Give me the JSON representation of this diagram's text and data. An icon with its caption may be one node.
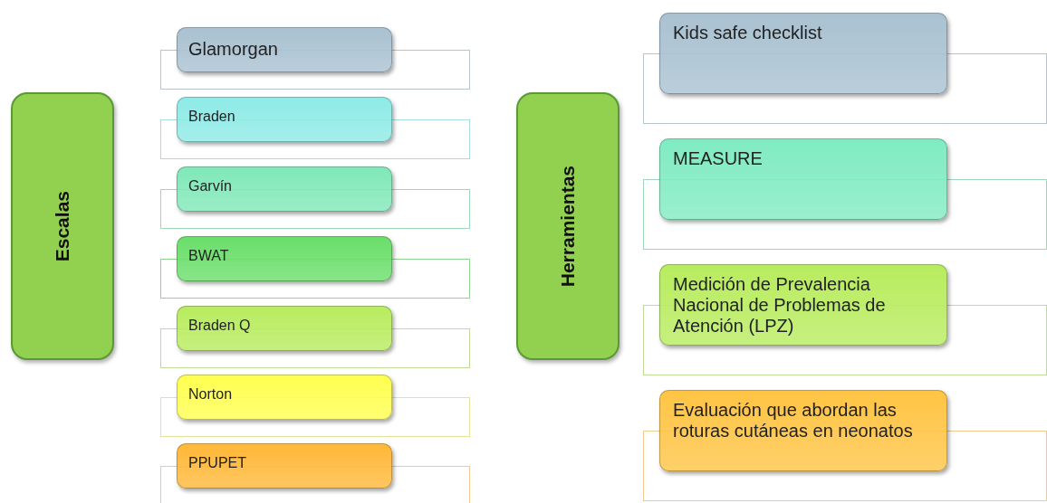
{
  "diagram": {
    "nodes": [
      {
        "text": [
          "Escalas"
        ]
      },
      {
        "text": [
          "Glamorgan"
        ]
      },
      {
        "text": [
          "Braden"
        ]
      },
      {
        "text": [
          "Garvín"
        ]
      },
      {
        "text": [
          "BWAT"
        ]
      },
      {
        "text": [
          "Braden Q"
        ]
      },
      {
        "text": [
          "Norton"
        ]
      },
      {
        "text": [
          "PPUPET"
        ]
      },
      {
        "text": [
          "Herramientas"
        ]
      },
      {
        "text": [
          "Kids safe checklist"
        ]
      },
      {
        "text": [
          "MEASURE"
        ]
      },
      {
        "text": [
          "Medición de Prevalencia Nacional de Problemas de Atención (LPZ)"
        ]
      },
      {
        "text": [
          "Evaluación que abordan las roturas cutáneas en neonatos"
        ]
      }
    ],
    "edges": []
  }
}
